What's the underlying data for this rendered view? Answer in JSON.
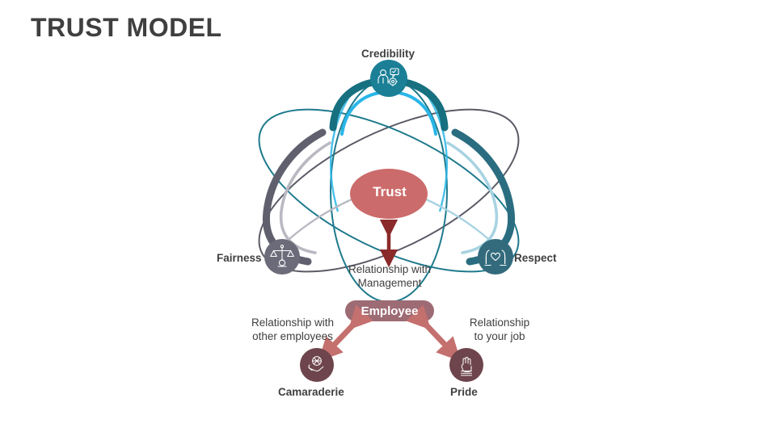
{
  "title": "TRUST MODEL",
  "center": {
    "label": "Trust",
    "color": "#cc6b6b"
  },
  "employee": {
    "label": "Employee",
    "color": "#9d6b74"
  },
  "orbit_nodes": [
    {
      "id": "credibility",
      "label": "Credibility",
      "icon": "person-speech-gear-icon",
      "color": "#1b7f96"
    },
    {
      "id": "fairness",
      "label": "Fairness",
      "icon": "scales-of-justice-icon",
      "color": "#6b6b7a"
    },
    {
      "id": "respect",
      "label": "Respect",
      "icon": "hands-heart-icon",
      "color": "#336b7d"
    }
  ],
  "branch_nodes": [
    {
      "id": "camaraderie",
      "label": "Camaraderie",
      "icon": "hands-group-icon",
      "color": "#6e454c"
    },
    {
      "id": "pride",
      "label": "Pride",
      "icon": "raised-fist-icon",
      "color": "#6e454c"
    }
  ],
  "relationships": [
    {
      "id": "management",
      "line1": "Relationship with",
      "line2": "Management",
      "arrow_color": "#8b2a2a"
    },
    {
      "id": "other-employees",
      "line1": "Relationship with",
      "line2": "other employees",
      "arrow_color": "#c4706e"
    },
    {
      "id": "your-job",
      "line1": "Relationship",
      "line2": "to your job",
      "arrow_color": "#c4706e"
    }
  ],
  "colors": {
    "background": "#ffffff",
    "title": "#3f3f3f",
    "orbit_teal": "#1e7a8c",
    "orbit_gray": "#5a5a66",
    "orbit_cyan": "#29b6e8",
    "text": "#3f3f3f"
  }
}
